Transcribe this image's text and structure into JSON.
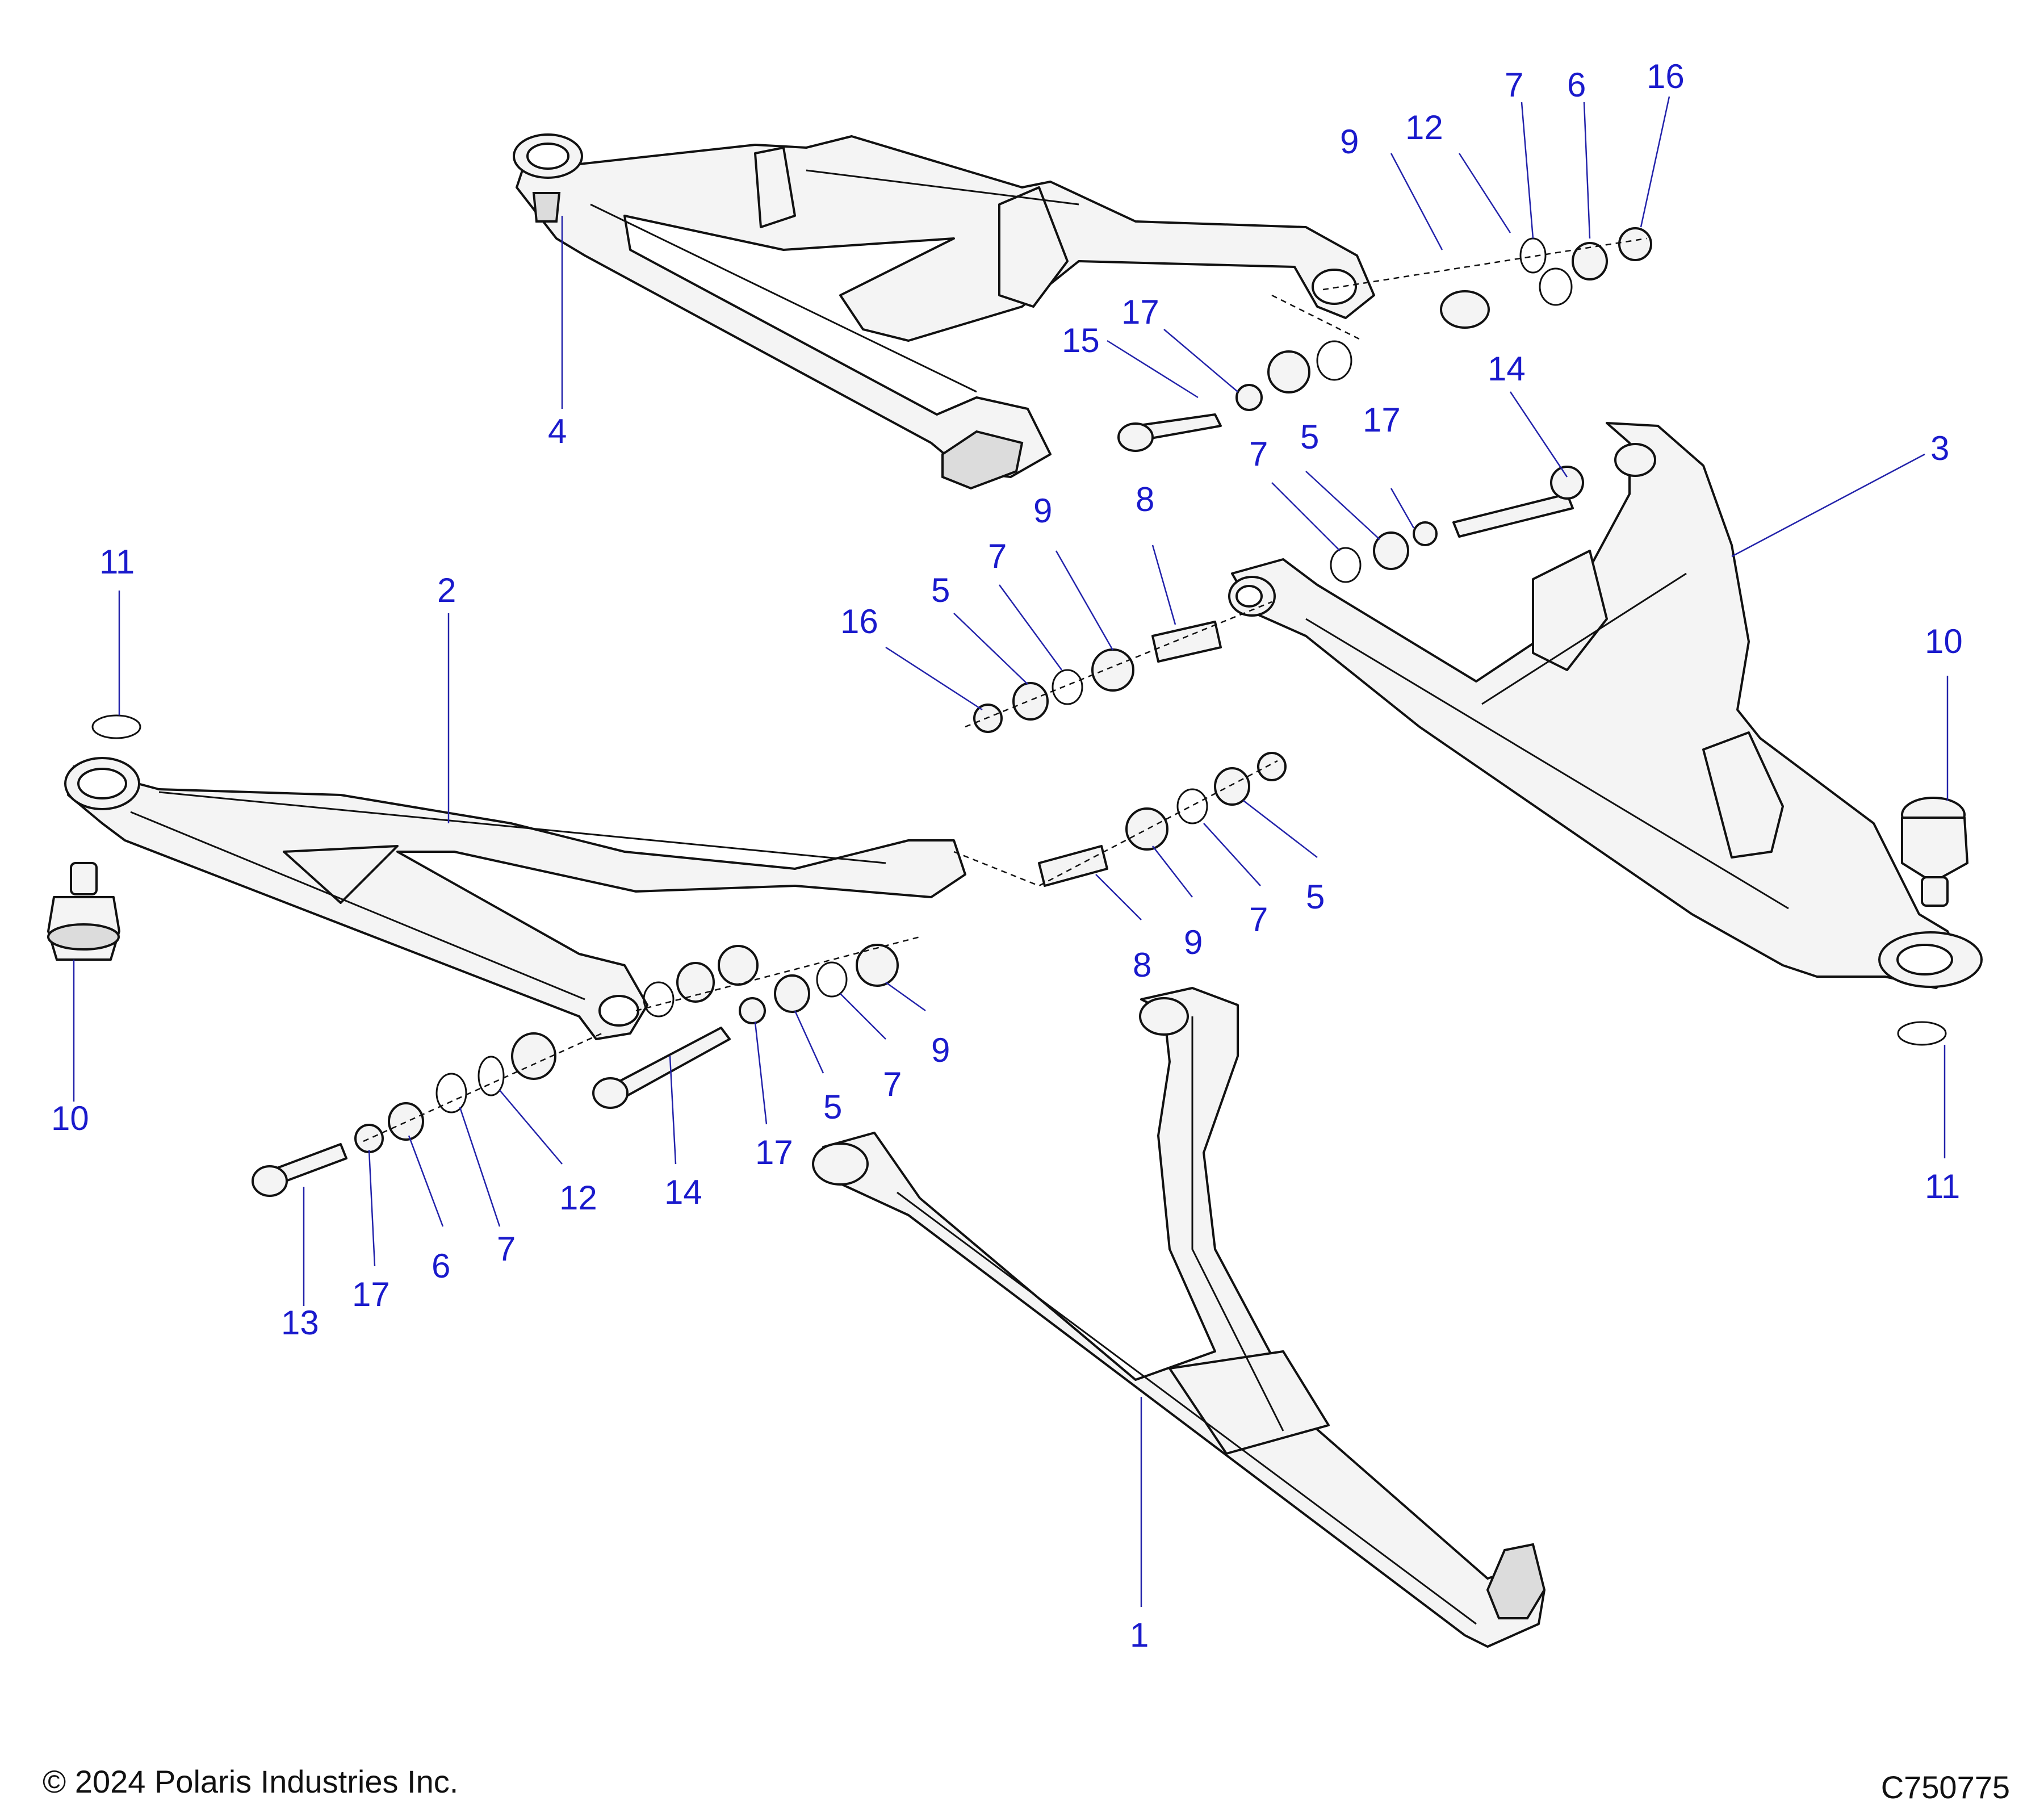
{
  "footer": {
    "copyright": "© 2024 Polaris Industries Inc.",
    "figure_id": "C750775"
  },
  "callouts": [
    "1",
    "2",
    "3",
    "4",
    "5",
    "5",
    "5",
    "5",
    "6",
    "6",
    "7",
    "7",
    "7",
    "7",
    "7",
    "7",
    "8",
    "8",
    "9",
    "9",
    "9",
    "9",
    "10",
    "10",
    "11",
    "11",
    "12",
    "12",
    "13",
    "14",
    "14",
    "15",
    "16",
    "16",
    "17",
    "17",
    "17",
    "17"
  ],
  "colors": {
    "callout": "#1a1acc",
    "leader": "#2222aa",
    "line": "#111111"
  }
}
